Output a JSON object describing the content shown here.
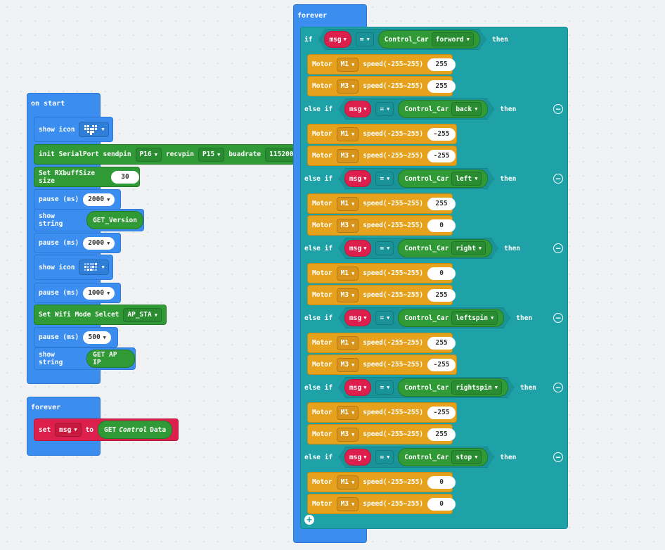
{
  "on_start": {
    "hat": "on start",
    "show_icon_1": {
      "label": "show icon",
      "icon": "heart-icon"
    },
    "init": {
      "label": "init SerialPort sendpin",
      "send_val": "P16",
      "recv_label": "recvpin",
      "recv_val": "P15",
      "baud_label": "buadrate",
      "baud_val": "115200"
    },
    "rx": {
      "label": "Set RXbuffSize size",
      "val": "30"
    },
    "pause1": {
      "label": "pause (ms)",
      "val": "2000"
    },
    "show_string_1": {
      "label": "show string",
      "val": "GET_Version"
    },
    "pause2": {
      "label": "pause (ms)",
      "val": "2000"
    },
    "show_icon_2": {
      "label": "show icon",
      "icon": "check-icon"
    },
    "pause3": {
      "label": "pause (ms)",
      "val": "1000"
    },
    "wifi": {
      "label": "Set Wifi Mode Selcet",
      "val": "AP_STA"
    },
    "pause4": {
      "label": "pause (ms)",
      "val": "500"
    },
    "show_string_2": {
      "label": "show string",
      "val": "GET AP IP"
    }
  },
  "forever_small": {
    "hat": "forever",
    "set_label": "set",
    "var": "msg",
    "to_label": "to",
    "get_label_1": "GET",
    "get_label_2": "Control",
    "get_label_3": "Data"
  },
  "forever_main": {
    "hat": "forever",
    "if_label": "if",
    "else_if_label": "else if",
    "then_label": "then",
    "eq_label": "=",
    "var": "msg",
    "enum_label": "Control_Car",
    "motor_label": "Motor",
    "speed_label": "speed(-255~255)",
    "branches": [
      {
        "dir": "forword",
        "m1": "255",
        "m3": "255"
      },
      {
        "dir": "back",
        "m1": "-255",
        "m3": "-255"
      },
      {
        "dir": "left",
        "m1": "255",
        "m3": "0"
      },
      {
        "dir": "right",
        "m1": "0",
        "m3": "255"
      },
      {
        "dir": "leftspin",
        "m1": "255",
        "m3": "-255"
      },
      {
        "dir": "rightspin",
        "m1": "-255",
        "m3": "255"
      },
      {
        "dir": "stop",
        "m1": "0",
        "m3": "0"
      }
    ],
    "motor_a": "M1",
    "motor_b": "M3"
  }
}
